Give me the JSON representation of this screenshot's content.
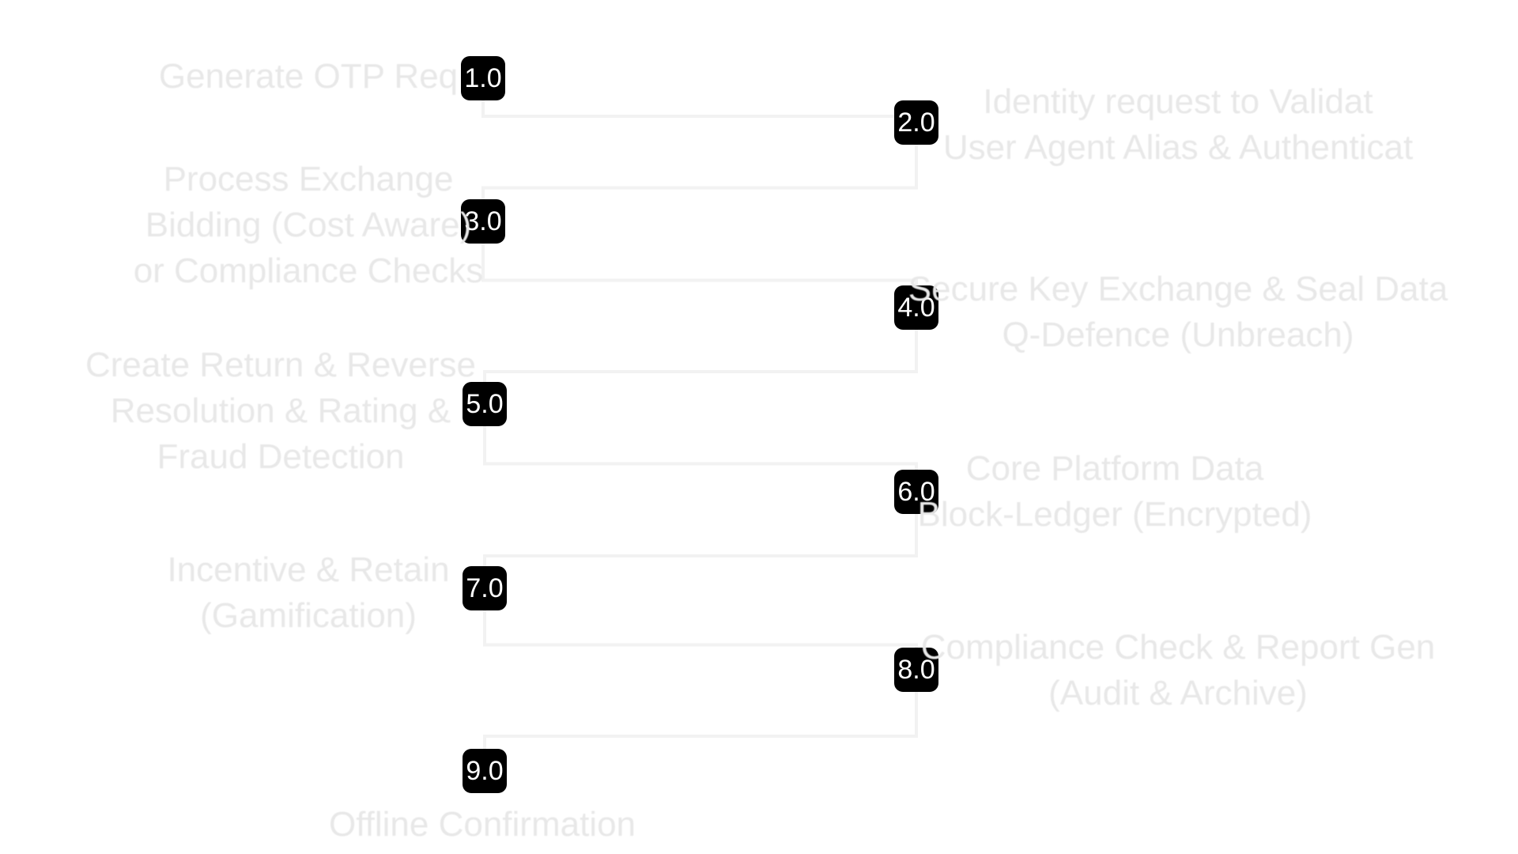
{
  "diagram": {
    "type": "numbered-flow",
    "steps": [
      {
        "number": "1.0",
        "side": "left",
        "label_lines": [
          "Generate OTP Req"
        ]
      },
      {
        "number": "2.0",
        "side": "right",
        "label_lines": [
          "Identity request to Validat",
          "User Agent Alias & Authenticat"
        ]
      },
      {
        "number": "3.0",
        "side": "left",
        "label_lines": [
          "Process Exchange",
          "Bidding (Cost Aware)",
          "or Compliance Checks"
        ]
      },
      {
        "number": "4.0",
        "side": "right",
        "label_lines": [
          "Secure Key Exchange & Seal Data",
          "Q-Defence (Unbreach)"
        ]
      },
      {
        "number": "5.0",
        "side": "left",
        "label_lines": [
          "Create Return & Reverse",
          "Resolution & Rating &",
          "Fraud Detection"
        ]
      },
      {
        "number": "6.0",
        "side": "right",
        "label_lines": [
          "Core Platform Data",
          "Block-Ledger (Encrypted)"
        ]
      },
      {
        "number": "7.0",
        "side": "left",
        "label_lines": [
          "Incentive & Retain",
          "(Gamification)"
        ]
      },
      {
        "number": "8.0",
        "side": "right",
        "label_lines": [
          "Compliance Check & Report Gen",
          "(Audit & Archive)"
        ]
      },
      {
        "number": "9.0",
        "side": "left",
        "label_lines": [
          "Offline Confirmation"
        ]
      }
    ]
  }
}
